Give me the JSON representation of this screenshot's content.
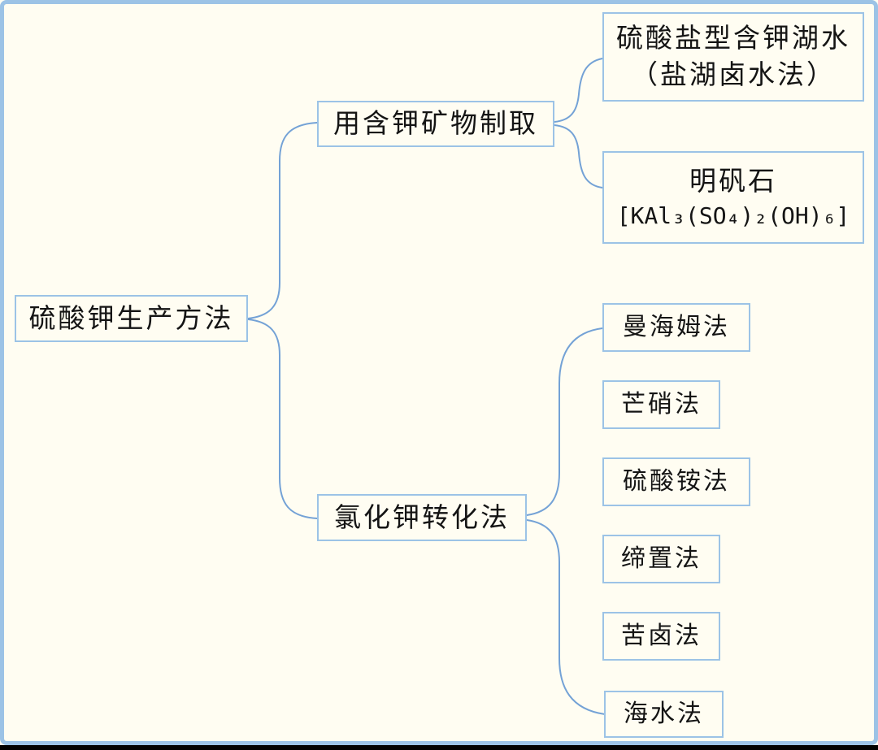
{
  "palette": {
    "frame_border": "#9cc3e6",
    "node_border": "#9cc3e6",
    "connector": "#74a2d6",
    "background": "#fffdf2",
    "text": "#141414",
    "bottom_strip": "#000000"
  },
  "diagram": {
    "root": {
      "label": "硫酸钾生产方法"
    },
    "branches": [
      {
        "label": "用含钾矿物制取",
        "children": [
          {
            "line1": "硫酸盐型含钾湖水",
            "line2": "（盐湖卤水法）"
          },
          {
            "line1": "明矾石",
            "line2": "[KAl₃(SO₄)₂(OH)₆]"
          }
        ]
      },
      {
        "label": "氯化钾转化法",
        "children": [
          {
            "label": "曼海姆法"
          },
          {
            "label": "芒硝法"
          },
          {
            "label": "硫酸铵法"
          },
          {
            "label": "缔置法"
          },
          {
            "label": "苦卤法"
          },
          {
            "label": "海水法"
          }
        ]
      }
    ]
  }
}
